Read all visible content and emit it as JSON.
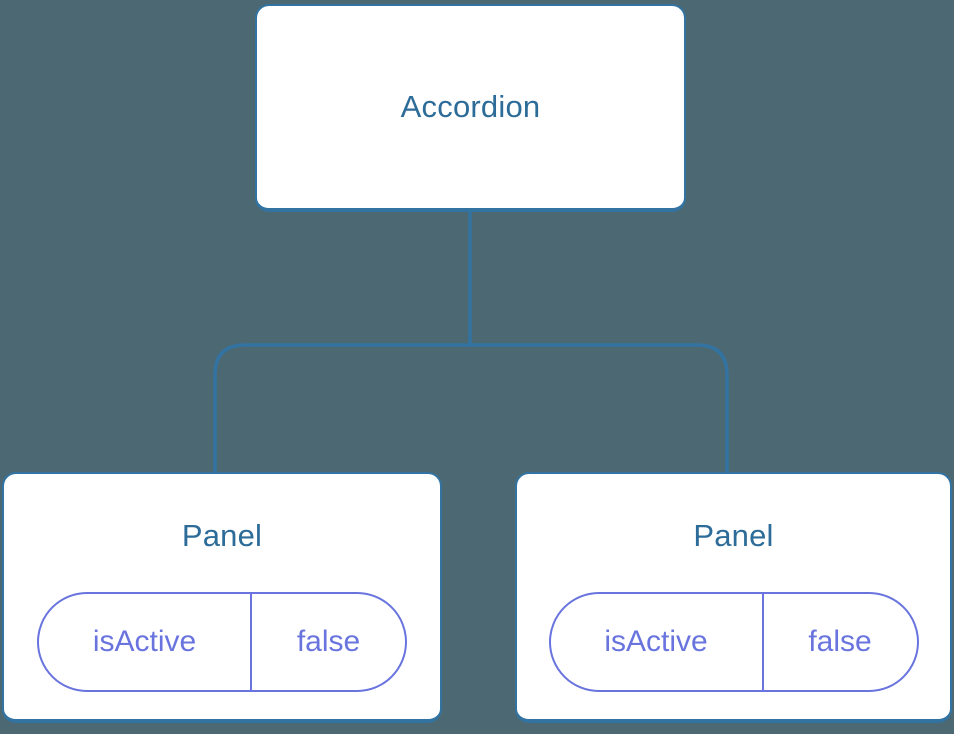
{
  "diagram": {
    "colors": {
      "background": "#4C6973",
      "node-bg": "#FFFFFF",
      "node-border": "#3273A2",
      "title": "#2D6C98",
      "state": "#6974DE"
    },
    "root": {
      "title": "Accordion"
    },
    "children": [
      {
        "title": "Panel",
        "state": {
          "key": "isActive",
          "value": "false"
        }
      },
      {
        "title": "Panel",
        "state": {
          "key": "isActive",
          "value": "false"
        }
      }
    ]
  }
}
